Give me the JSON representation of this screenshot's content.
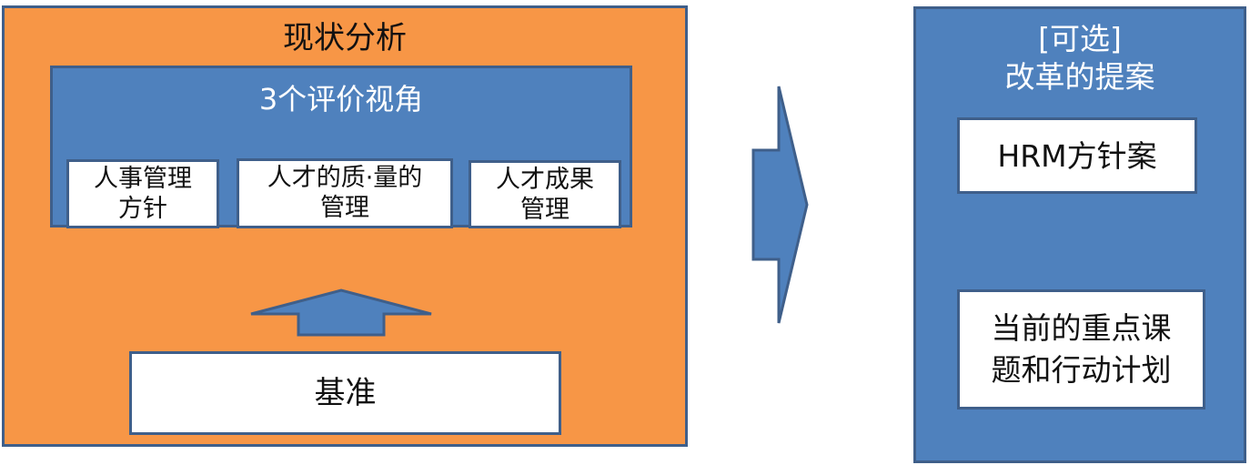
{
  "analysis": {
    "title": "现状分析",
    "perspectives_title": "3个评价视角",
    "perspectives": [
      {
        "line1": "人事管理",
        "line2": "方针"
      },
      {
        "line1": "人才的质·量的",
        "line2": "管理"
      },
      {
        "line1": "人才成果",
        "line2": "管理"
      }
    ],
    "basis": "基准"
  },
  "proposal": {
    "title_line1": "[可选]",
    "title_line2": "改革的提案",
    "item1": "HRM方针案",
    "item2_line1": "当前的重点课",
    "item2_line2": "题和行动计划"
  },
  "colors": {
    "orange": "#F79646",
    "blue": "#4F81BD",
    "border": "#3F5F8A"
  }
}
